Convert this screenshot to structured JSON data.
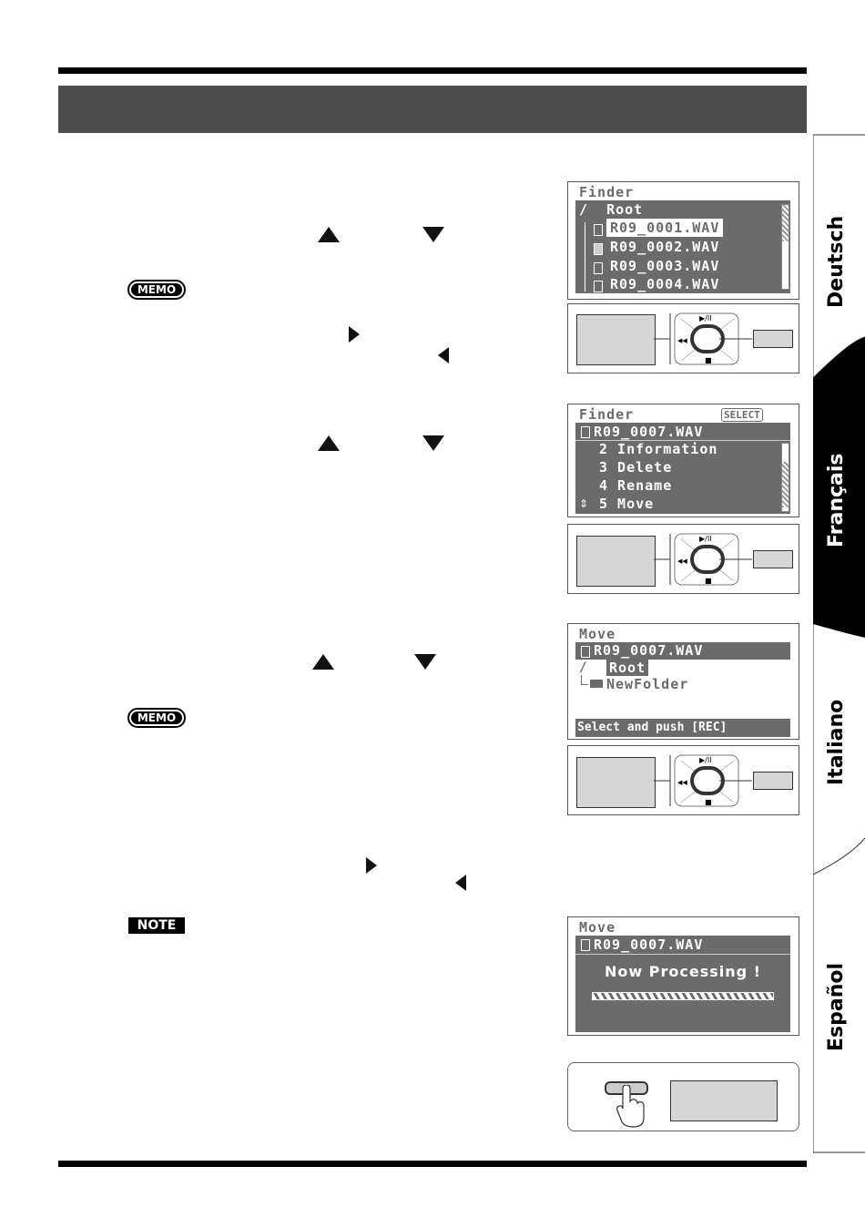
{
  "screens": {
    "finder_list": {
      "title": "Finder",
      "rows": [
        "/  Root",
        "R09_0001.WAV",
        "R09_0002.WAV",
        "R09_0003.WAV",
        "R09_0004.WAV"
      ]
    },
    "finder_menu": {
      "title": "Finder",
      "badge": "SELECT",
      "file": "R09_0007.WAV",
      "items": [
        "2 Information",
        "3 Delete",
        "4 Rename",
        "5 Move"
      ]
    },
    "move_dest": {
      "title": "Move",
      "file": "R09_0007.WAV",
      "root": "Root",
      "folder": "NewFolder",
      "footer": "Select and push [REC]"
    },
    "move_progress": {
      "title": "Move",
      "file": "R09_0007.WAV",
      "message": "Now Processing !"
    }
  },
  "callouts": {
    "memo": "MEMO",
    "note": "NOTE"
  },
  "controller": {
    "play_pause": "▶/II",
    "rewind": "◀◀",
    "stop": "■"
  },
  "language_tabs": [
    "Deutsch",
    "Français",
    "Italiano",
    "Español"
  ],
  "colors": {
    "header_bar": "#4d4d4d",
    "lcd_background": "#6b6b6b",
    "active_tab": "#000000"
  }
}
